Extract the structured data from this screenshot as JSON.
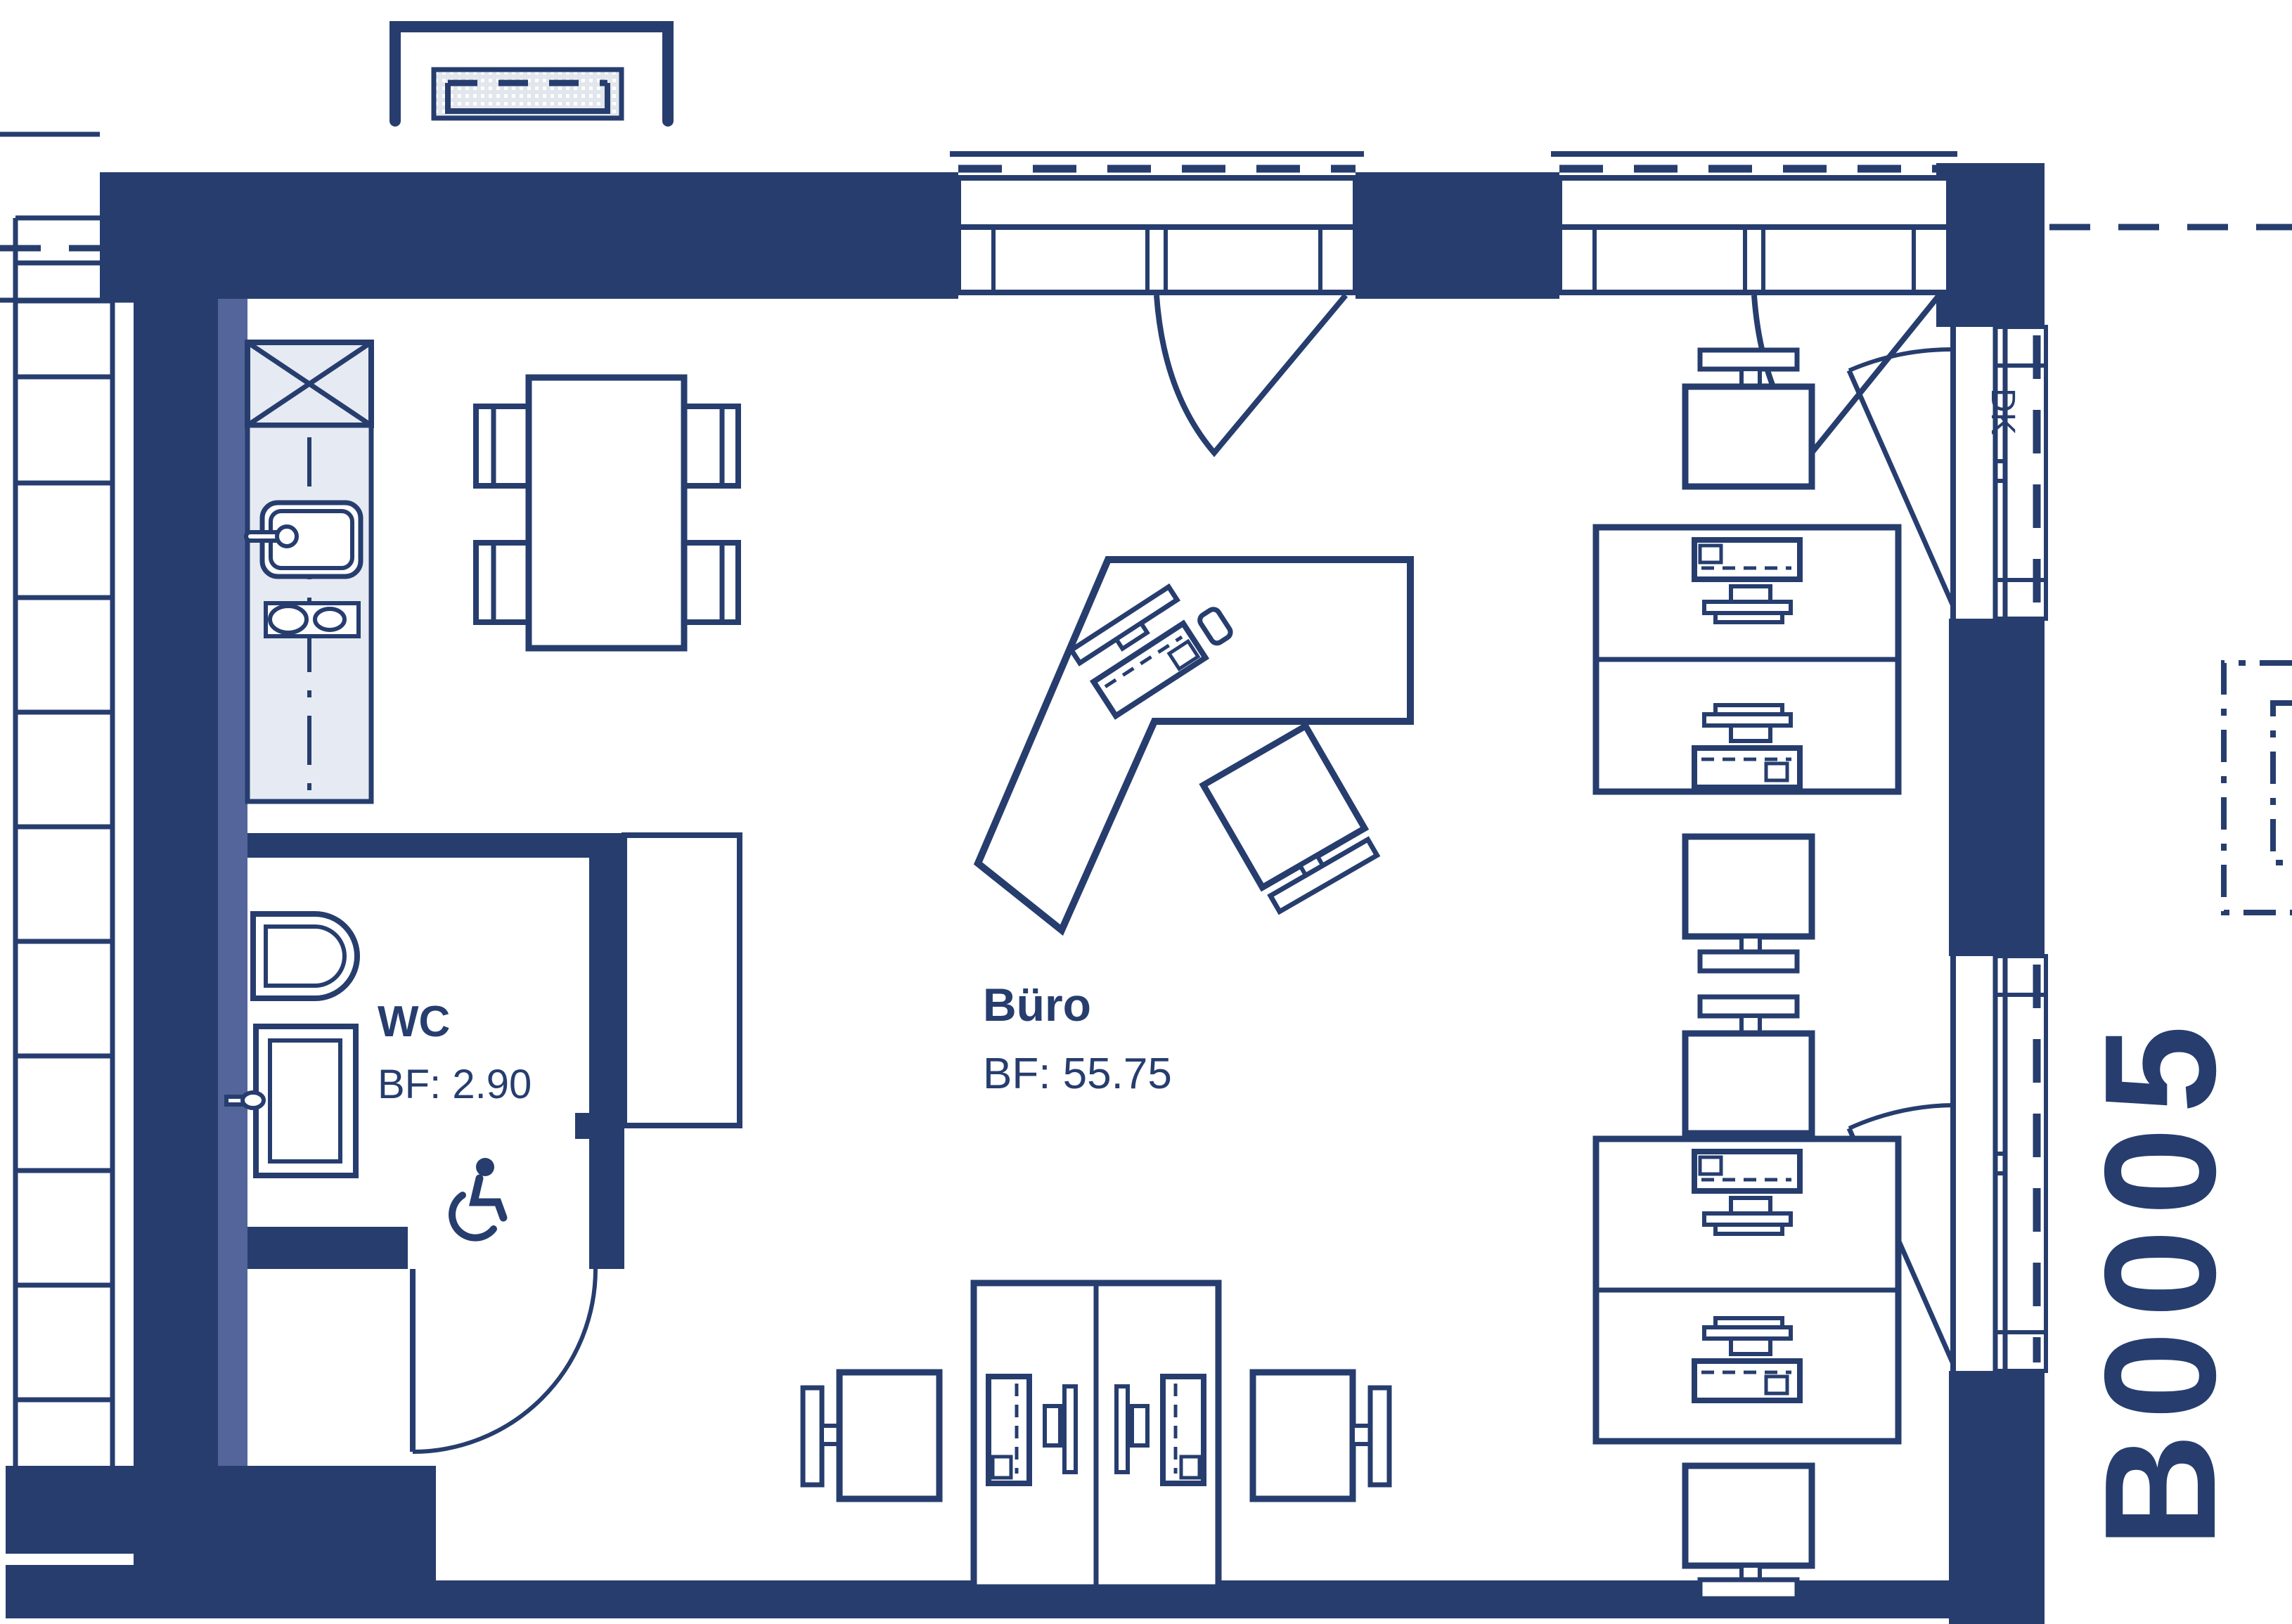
{
  "colors": {
    "navy": "#263D6E",
    "slate": "#53659B",
    "panel": "#E6EAF2",
    "hatch_base": "#E2E6ED",
    "paper": "#FFFFFF"
  },
  "rooms": [
    {
      "name": "Büro",
      "area_label": "BF: 55.75"
    },
    {
      "name": "WC",
      "area_label": "BF: 2.90"
    }
  ],
  "labels": {
    "window_type": "DK",
    "plan_id": "B0005"
  },
  "icons": [
    {
      "name": "wheelchair-icon",
      "meaning": "accessible WC"
    }
  ]
}
